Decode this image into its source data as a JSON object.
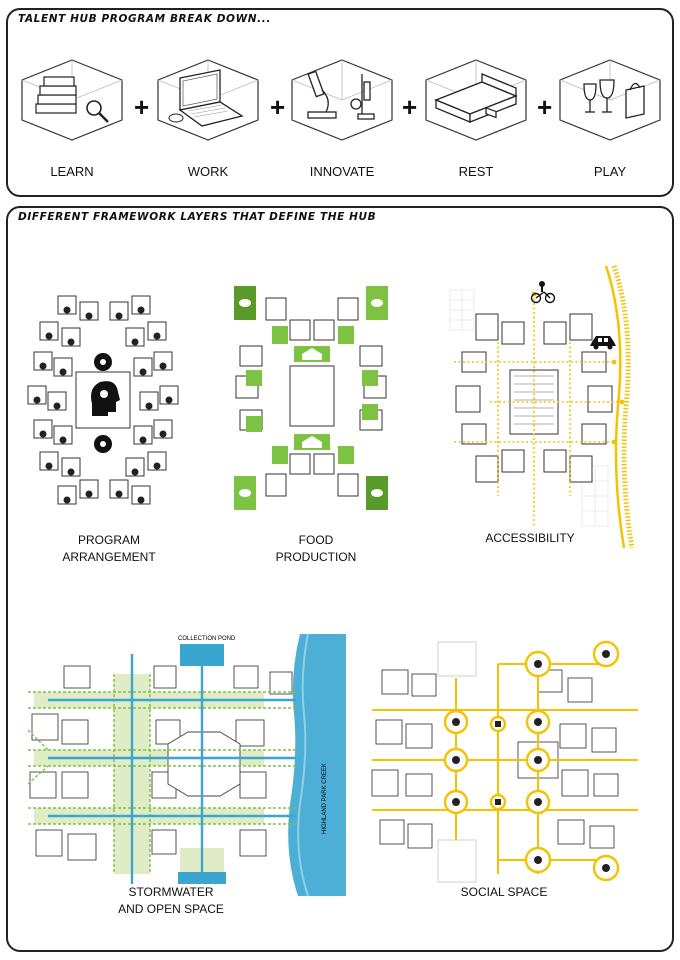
{
  "program": {
    "title": "TALENT HUB PROGRAM BREAK DOWN...",
    "items": [
      {
        "label": "LEARN",
        "icon": "books-magnifier-icon"
      },
      {
        "label": "WORK",
        "icon": "laptop-icon"
      },
      {
        "label": "INNOVATE",
        "icon": "microscope-icon"
      },
      {
        "label": "REST",
        "icon": "bed-icon"
      },
      {
        "label": "PLAY",
        "icon": "glasses-shopping-icon"
      }
    ],
    "operator": "+"
  },
  "layers": {
    "title": "DIFFERENT FRAMEWORK LAYERS THAT DEFINE THE HUB",
    "program_arrangement": {
      "label": "PROGRAM\nARRANGEMENT"
    },
    "food_production": {
      "label": "FOOD\nPRODUCTION"
    },
    "accessibility": {
      "label": "ACCESSIBILITY"
    },
    "stormwater": {
      "label": "STORMWATER\nAND OPEN SPACE",
      "pond_label": "COLLECTION POND",
      "creek_label": "HIGHLAND PARK CREEK"
    },
    "social_space": {
      "label": "SOCIAL SPACE"
    }
  },
  "colors": {
    "green": "#7dc243",
    "dark_green": "#5a9a2a",
    "yellow": "#f5c200",
    "blue": "#3aa6d0",
    "light_green": "#e0ecc6"
  }
}
